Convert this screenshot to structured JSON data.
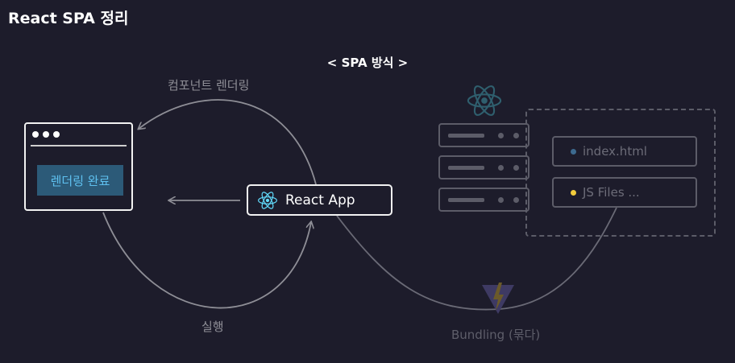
{
  "slide": {
    "title": "React SPA 정리"
  },
  "diagram": {
    "heading": "< SPA 방식 >",
    "labels": {
      "component_rendering": "컴포넌트 렌더링",
      "execution": "실행",
      "bundling": "Bundling (묶다)"
    },
    "browser": {
      "content_label": "렌더링 완료"
    },
    "react_app": {
      "label": "React App"
    },
    "files": [
      {
        "name": "index.html",
        "dot_color": "#3d6a8f"
      },
      {
        "name": "JS Files ...",
        "dot_color": "#f2cb3c"
      }
    ]
  },
  "colors": {
    "background": "#1d1c2b",
    "highlight_text": "#5ec0ef",
    "highlight_fill": "#2c5a78",
    "react_cyan": "#61dafb",
    "dim": "#5c5c68"
  }
}
